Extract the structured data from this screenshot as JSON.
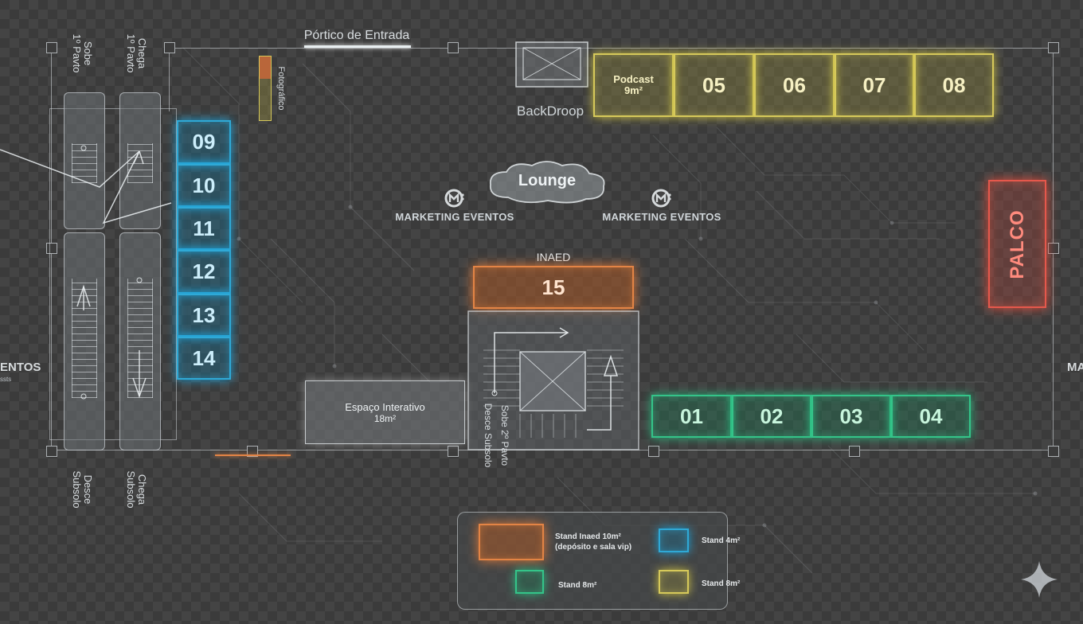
{
  "title": "Pórtico de Entrada",
  "backdrop_label": "BackDroop",
  "podcast": {
    "label": "Podcast",
    "area": "9m²"
  },
  "yellow_stands": [
    "05",
    "06",
    "07",
    "08"
  ],
  "blue_stands": [
    "09",
    "10",
    "11",
    "12",
    "13",
    "14"
  ],
  "green_stands": [
    "01",
    "02",
    "03",
    "04"
  ],
  "inaed": {
    "label": "INAED",
    "number": "15"
  },
  "lounge_label": "Lounge",
  "logo_text": "MARKETING EVENTOS",
  "palco_label": "PALCO",
  "espaco": {
    "name": "Espaço Interativo",
    "area": "18m²"
  },
  "left_cut_text": {
    "main": "ENTOS",
    "sub": "ssts"
  },
  "right_cut_text": "MA",
  "escalators": {
    "sobe": "Sobe\n1º Pavto",
    "chega": "Chega\n1º Pavto",
    "desce": "Desce\nSubsolo",
    "chega_sub": "Chega\nSubsolo"
  },
  "center_stair": {
    "sobe": "Sobe 2º Pavto",
    "desce": "Desce Subsolo"
  },
  "top_tag": "Fotográfico",
  "legend": {
    "inaed": "Stand Inaed 10m²\n(depósito e sala vip)",
    "blue": "Stand 4m²",
    "green": "Stand 8m²",
    "yellow": "Stand 8m²"
  },
  "colors": {
    "blue": "#2fa9d6",
    "yellow": "#d6c95a",
    "green": "#34c489",
    "orange": "#e38445",
    "palco": "#e5584c"
  }
}
